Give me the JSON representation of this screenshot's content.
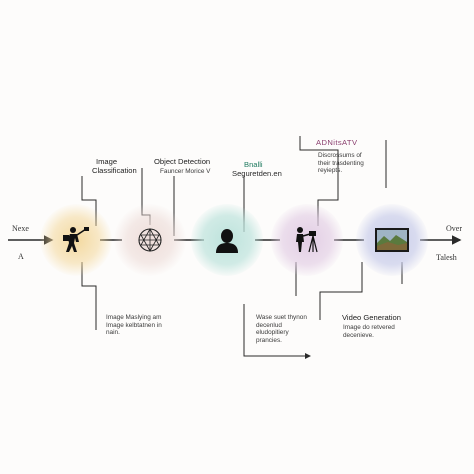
{
  "side_labels": {
    "left_top": "Nexe",
    "left_bottom": "A",
    "right_top": "Over",
    "right_bottom": "Talesh"
  },
  "stages": [
    {
      "icon": "person-with-camera-icon",
      "title": "Image",
      "title2": "Classification",
      "note_lines": [
        "Image Maslying am",
        "Image kelbtatnen in",
        "nain."
      ]
    },
    {
      "icon": "network-mesh-icon",
      "title": "Object Detection",
      "subtitle": "Fauncer Morice V"
    },
    {
      "icon": "person-bust-icon",
      "title": "Bnalli",
      "title2": "Seguretden.en"
    },
    {
      "icon": "person-with-tripod-icon",
      "note_lines": [
        "Wase suet thynon",
        "decenlud",
        "eludopitiery",
        "prancies."
      ]
    },
    {
      "icon": "landscape-screen-icon",
      "title": "ADNitsATV",
      "subtitle_lines": [
        "Discrossums of",
        "their trasdenting",
        "reyiepts."
      ],
      "note_title": "Video Generation",
      "note_lines": [
        "Image do retvered",
        "decenieve."
      ]
    }
  ],
  "colors": {
    "glow_1": "#f3d79a",
    "glow_2": "#eddcd8",
    "glow_3": "#bde3dc",
    "glow_4": "#e2cde4",
    "glow_5": "#c9cdea",
    "title_segment": "#1f7a5f",
    "title_video": "#8a3e6e",
    "line": "#2a2a2a"
  }
}
